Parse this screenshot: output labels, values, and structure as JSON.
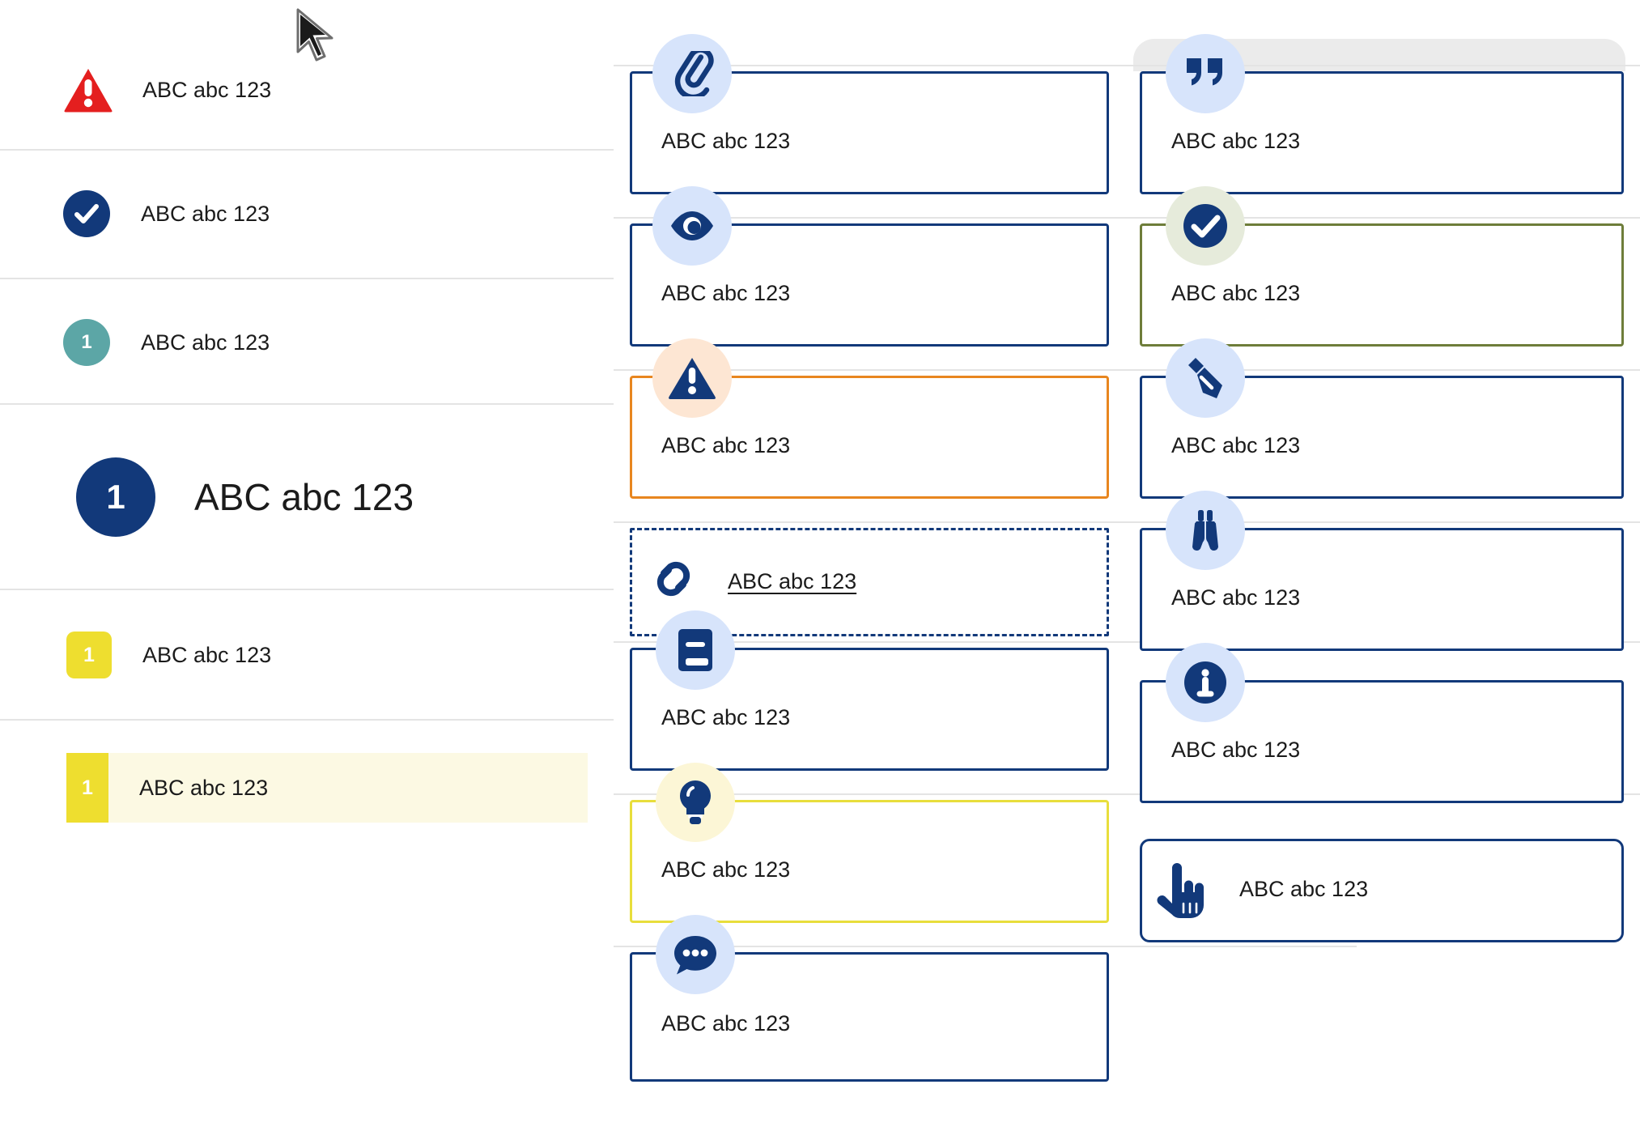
{
  "colors": {
    "navy": "#12397a",
    "navy_dark": "#0f3570",
    "icon_bubble_blue": "#d7e4fb",
    "icon_bubble_peach": "#fde6d3",
    "icon_bubble_green": "#e6ebdb",
    "icon_bubble_yellow": "#fcf6d6",
    "danger_red": "#e41f1f",
    "teal": "#5ca6a6",
    "yellow": "#eede2f",
    "yellow_border": "#e8de3c",
    "highlight_bg": "#fcf9e3",
    "orange_border": "#e8861f",
    "green_border": "#6e7d3a",
    "rule_gray": "#e4e4e4",
    "panel_gray": "#ebebeb",
    "text": "#1b1b1b"
  },
  "sidebar": {
    "items": [
      {
        "icon": "warning-triangle-icon",
        "badge_value": "",
        "label": "ABC abc 123"
      },
      {
        "icon": "check-circle-icon",
        "badge_value": "",
        "label": "ABC abc 123"
      },
      {
        "icon": "number-badge-teal-icon",
        "badge_value": "1",
        "label": "ABC abc 123"
      },
      {
        "icon": "number-badge-navy-large-icon",
        "badge_value": "1",
        "label": "ABC abc 123"
      },
      {
        "icon": "number-badge-yellow-icon",
        "badge_value": "1",
        "label": "ABC abc 123"
      }
    ],
    "highlighted_item": {
      "badge_value": "1",
      "label": "ABC abc 123"
    }
  },
  "middle_column": {
    "cards": [
      {
        "icon": "paperclip-icon",
        "label": "ABC abc 123",
        "border": "navy",
        "bubble": "blue"
      },
      {
        "icon": "eye-icon",
        "label": "ABC abc 123",
        "border": "navy",
        "bubble": "blue"
      },
      {
        "icon": "warning-triangle-icon",
        "label": "ABC abc 123",
        "border": "orange",
        "bubble": "peach"
      },
      {
        "icon": "link-icon",
        "label": "ABC abc 123",
        "border": "navy-dashed",
        "bubble": "none",
        "underlined": true
      },
      {
        "icon": "book-icon",
        "label": "ABC abc 123",
        "border": "navy",
        "bubble": "blue"
      },
      {
        "icon": "lightbulb-icon",
        "label": "ABC abc 123",
        "border": "yellow",
        "bubble": "yellow"
      },
      {
        "icon": "comment-dots-icon",
        "label": "ABC abc 123",
        "border": "navy",
        "bubble": "blue"
      }
    ]
  },
  "right_column": {
    "cards": [
      {
        "icon": "quote-icon",
        "label": "ABC abc 123",
        "border": "navy",
        "bubble": "blue"
      },
      {
        "icon": "check-circle-icon",
        "label": "ABC abc 123",
        "border": "green",
        "bubble": "green"
      },
      {
        "icon": "pencil-icon",
        "label": "ABC abc 123",
        "border": "navy",
        "bubble": "blue"
      },
      {
        "icon": "binoculars-icon",
        "label": "ABC abc 123",
        "border": "navy",
        "bubble": "blue"
      },
      {
        "icon": "info-circle-icon",
        "label": "ABC abc 123",
        "border": "navy",
        "bubble": "blue"
      },
      {
        "icon": "pointing-hand-icon",
        "label": "ABC abc 123",
        "border": "navy-rounded",
        "bubble": "none"
      }
    ]
  },
  "cursor": {
    "name": "mouse-pointer"
  }
}
